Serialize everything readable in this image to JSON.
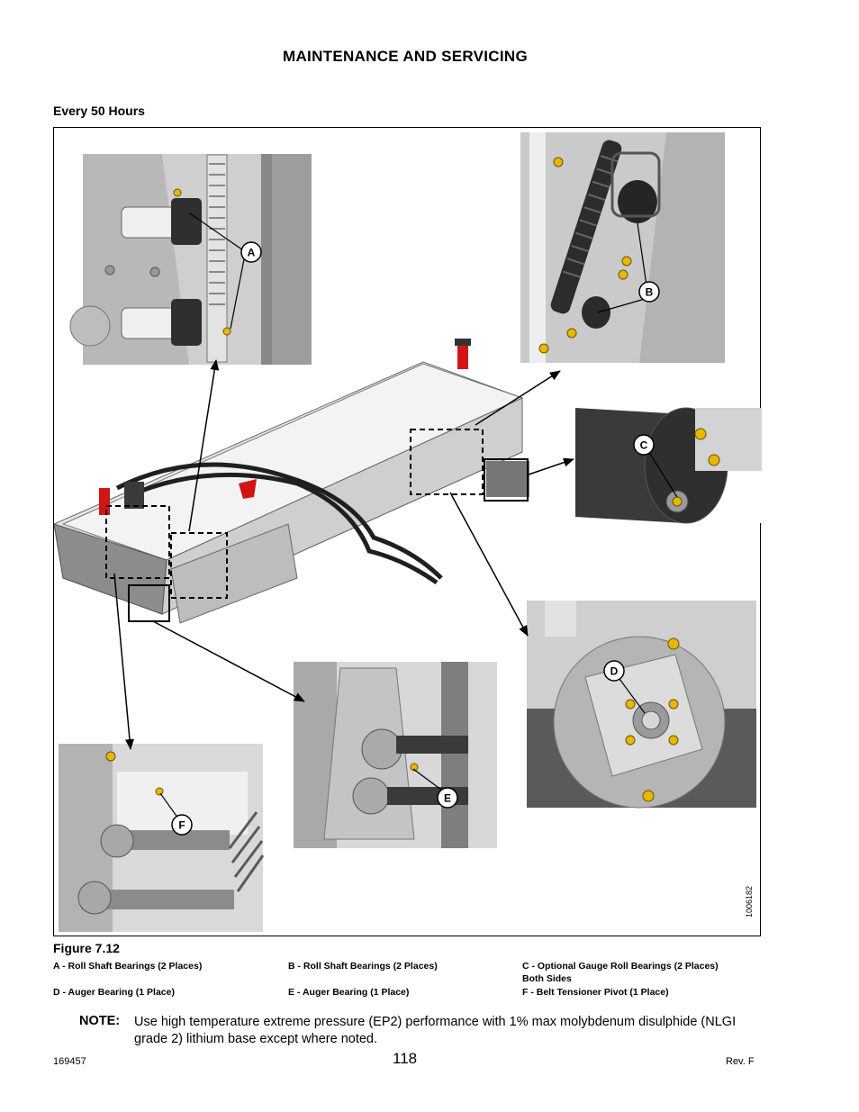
{
  "header": {
    "title": "MAINTENANCE AND SERVICING"
  },
  "section": {
    "heading": "Every 50 Hours"
  },
  "figure": {
    "number": "Figure 7.12",
    "drawing_id": "1006182",
    "callouts": [
      "A",
      "B",
      "C",
      "D",
      "E",
      "F"
    ],
    "legend": [
      {
        "text": "A - Roll Shaft Bearings (2 Places)"
      },
      {
        "text": "B - Roll Shaft Bearings (2 Places)"
      },
      {
        "text": "C - Optional Gauge Roll Bearings (2 Places)",
        "sub": "Both Sides"
      },
      {
        "text": "D - Auger Bearing (1 Place)"
      },
      {
        "text": "E - Auger Bearing (1 Place)"
      },
      {
        "text": "F - Belt Tensioner Pivot (1 Place)"
      }
    ]
  },
  "note": {
    "label": "NOTE:",
    "text": "Use high temperature extreme pressure (EP2) performance with 1% max molybdenum disulphide (NLGI grade 2) lithium base except where noted."
  },
  "footer": {
    "doc_number": "169457",
    "page": "118",
    "revision": "Rev. F"
  },
  "colors": {
    "grease_fitting": "#e6b800",
    "accent_red": "#d21414"
  }
}
